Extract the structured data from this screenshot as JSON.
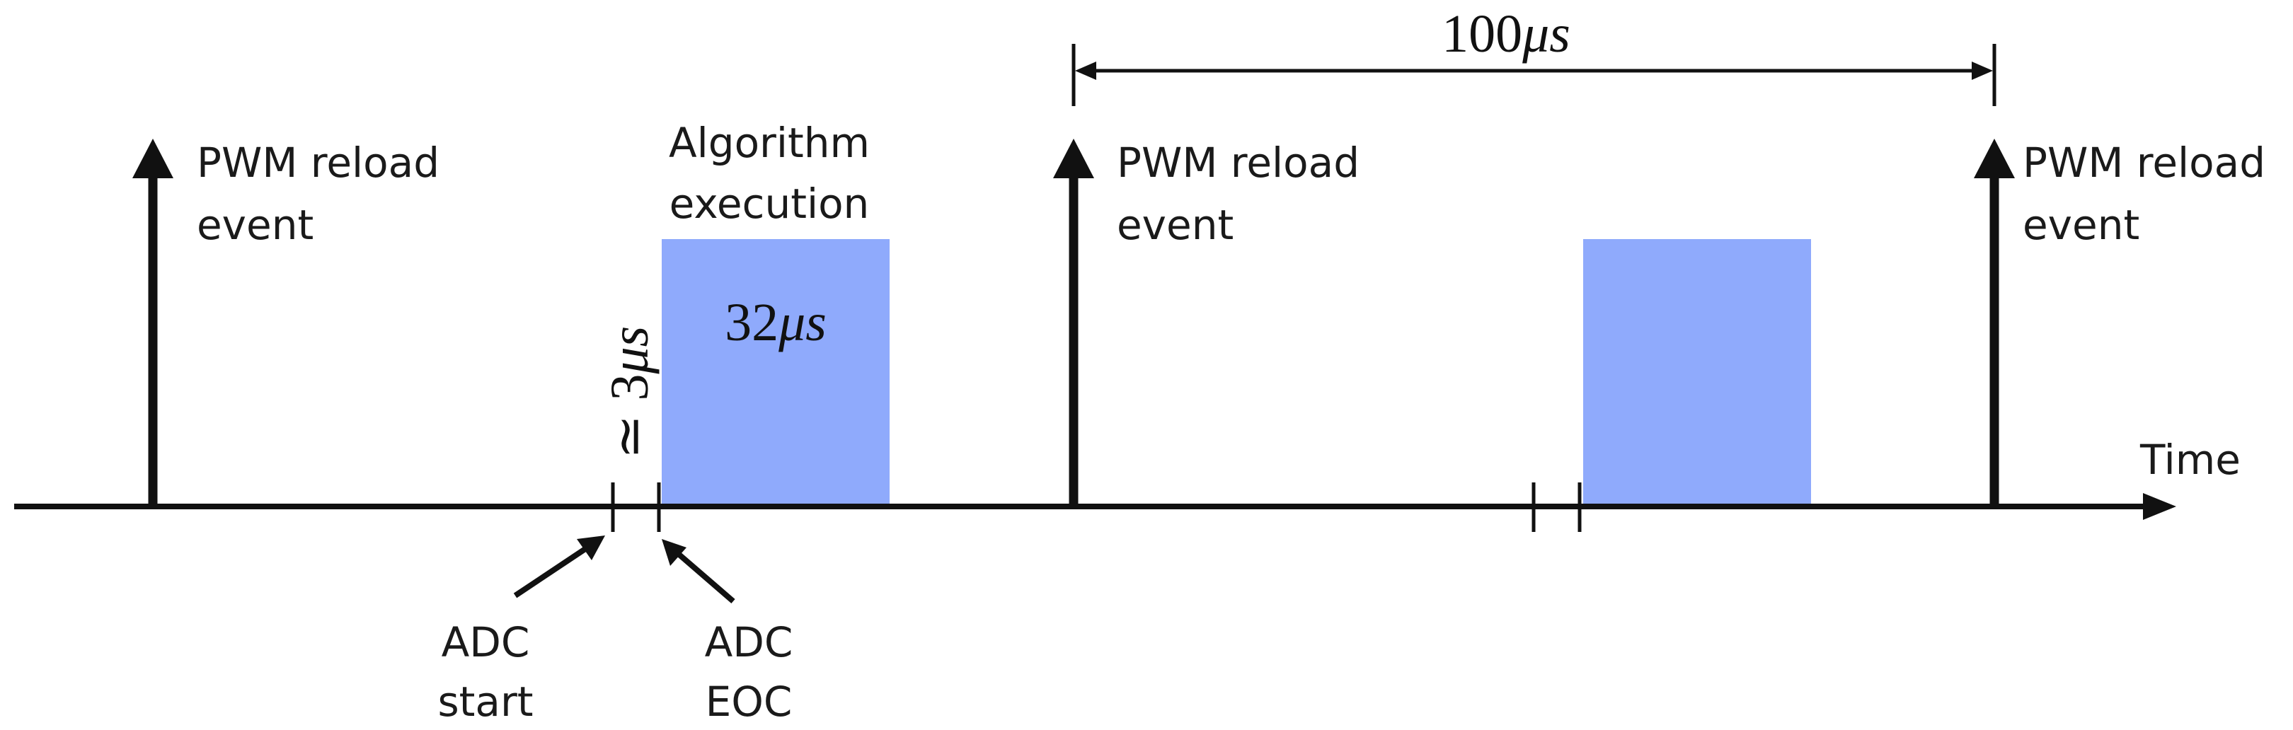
{
  "colors": {
    "ink": "#111111",
    "execution_block": "#8faafc"
  },
  "labels": {
    "pwm_event": {
      "line1": "PWM reload",
      "line2": "event"
    },
    "algorithm": {
      "line1": "Algorithm",
      "line2": "execution"
    },
    "adc_start": {
      "line1": "ADC",
      "line2": "start"
    },
    "adc_eoc": {
      "line1": "ADC",
      "line2": "EOC"
    },
    "time_axis": "Time"
  },
  "durations": {
    "period": {
      "value": "100",
      "unit": "μs"
    },
    "execution": {
      "value": "32",
      "unit": "μs"
    },
    "conversion": {
      "prefix": "≃ 3",
      "unit": "μs"
    }
  }
}
